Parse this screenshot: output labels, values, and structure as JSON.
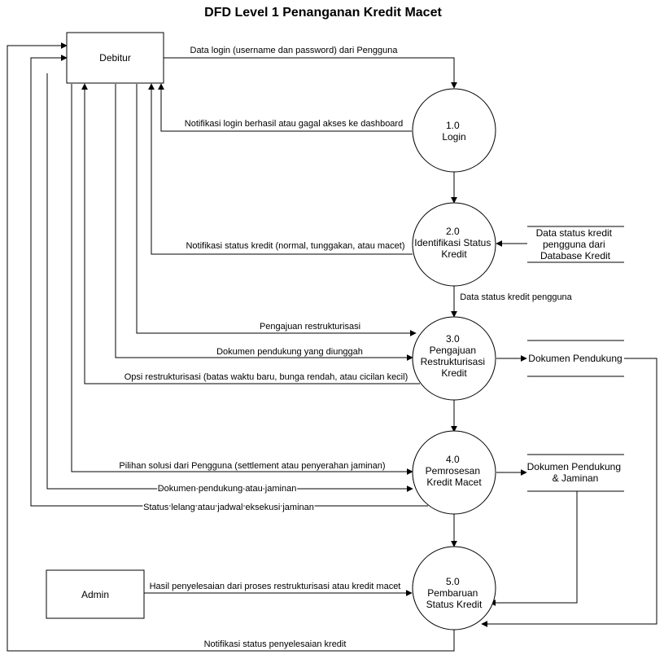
{
  "title": "DFD Level 1 Penanganan Kredit Macet",
  "entities": {
    "debitur": "Debitur",
    "admin": "Admin"
  },
  "processes": {
    "p1": [
      "1.0",
      "Login"
    ],
    "p2": [
      "2.0",
      "Identifikasi Status",
      "Kredit"
    ],
    "p3": [
      "3.0",
      "Pengajuan",
      "Restrukturisasi",
      "Kredit"
    ],
    "p4": [
      "4.0",
      "Pemrosesan",
      "Kredit Macet"
    ],
    "p5": [
      "5.0",
      "Pembaruan",
      "Status Kredit"
    ]
  },
  "stores": {
    "s1": [
      "Data status kredit",
      "pengguna dari",
      "Database Kredit"
    ],
    "s2": [
      "Dokumen Pendukung"
    ],
    "s3": [
      "Dokumen Pendukung",
      "& Jaminan"
    ]
  },
  "flows": {
    "f1": "Data login (username dan password) dari Pengguna",
    "f2": "Notifikasi login berhasil atau gagal akses ke dashboard",
    "f3": "Notifikasi status kredit (normal, tunggakan, atau macet)",
    "f4": "Data status kredit pengguna",
    "f5": "Pengajuan restrukturisasi",
    "f6": "Dokumen pendukung yang diunggah",
    "f7": "Opsi restrukturisasi (batas waktu baru, bunga rendah, atau cicilan kecil)",
    "f8": "Pilihan solusi dari Pengguna (settlement atau penyerahan jaminan)",
    "f9": "Dokumen pendukung atau jaminan",
    "f10": "Status lelang atau jadwal eksekusi jaminan",
    "f11": "Hasil penyelesaian dari proses restrukturisasi atau kredit macet",
    "f12": "Notifikasi status penyelesaian kredit"
  }
}
